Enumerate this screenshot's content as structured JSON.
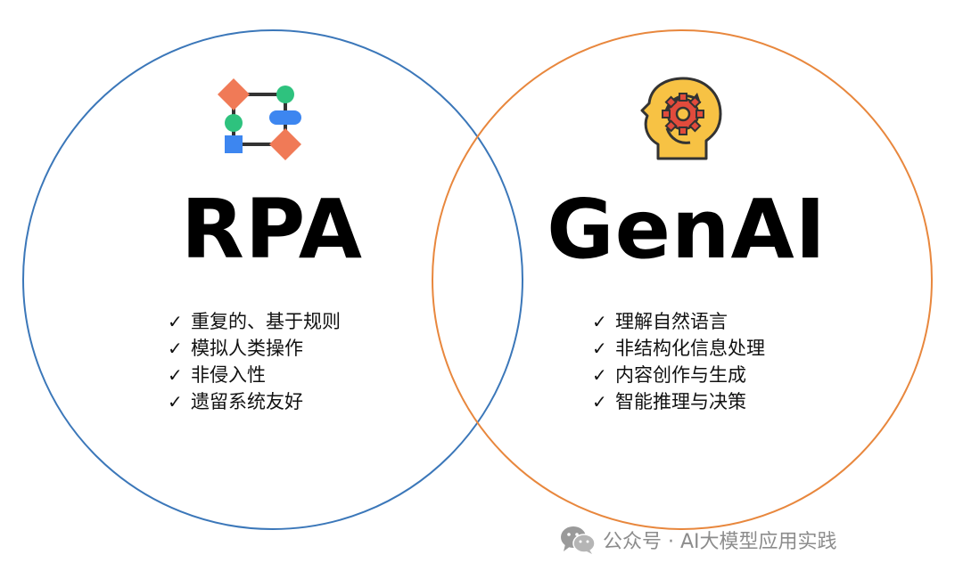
{
  "rpa": {
    "title": "RPA",
    "features": [
      "重复的、基于规则",
      "模拟人类操作",
      "非侵入性",
      "遗留系统友好"
    ],
    "circle_color": "#3b77b9",
    "icon": "flowchart-icon"
  },
  "genai": {
    "title": "GenAI",
    "features": [
      "理解自然语言",
      "非结构化信息处理",
      "内容创作与生成",
      "智能推理与决策"
    ],
    "circle_color": "#e8873d",
    "icon": "brain-gear-icon"
  },
  "check_mark": "✓",
  "watermark": {
    "text": "公众号 · AI大模型应用实践",
    "icon": "wechat-icon"
  }
}
